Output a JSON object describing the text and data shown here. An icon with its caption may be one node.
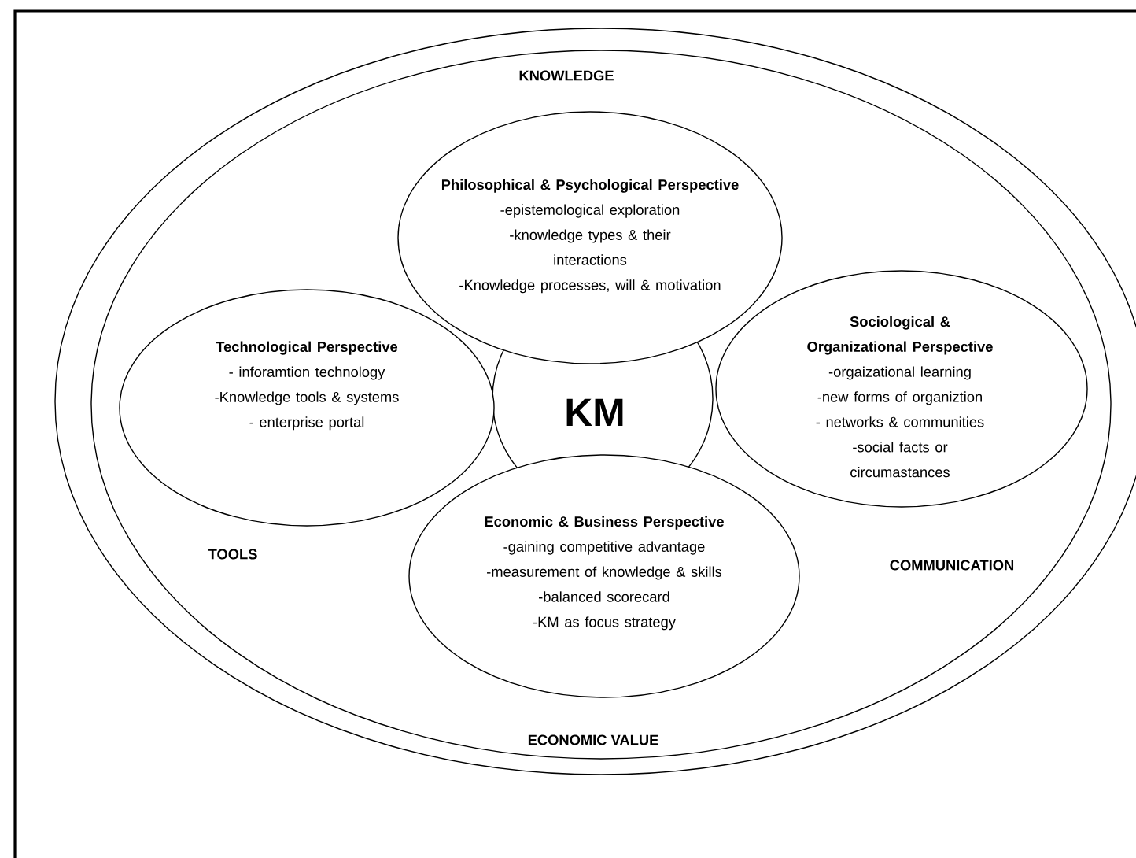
{
  "diagram": {
    "nodes": [
      {
        "text": [],
        "shape": "ellipse"
      },
      {
        "text": [
          "KNOWLEDGE",
          "TOOLS",
          "COMMUNICATION",
          "ECONOMIC VALUE"
        ],
        "in": 0
      },
      {
        "text": [
          "KM"
        ],
        "in": 1
      },
      {
        "text": [
          "Philosophical & Psychological Perspective",
          "-epistemological exploration",
          "-knowledge types & their interactions",
          "-Knowledge processes, will & motivation"
        ],
        "in": 1
      },
      {
        "text": [
          "Technological Perspective",
          "- inforamtion technology",
          "-Knowledge tools & systems",
          "- enterprise portal"
        ],
        "in": 1
      },
      {
        "text": [
          "Sociological & Organizational Perspective",
          "-orgaizational learning",
          "-new forms of organiztion",
          "- networks & communities",
          "-social facts or circumastances"
        ],
        "in": 1
      },
      {
        "text": [
          "Economic & Business Perspective",
          "-gaining competitive advantage",
          "-measurement of knowledge & skills",
          "-balanced scorecard",
          "-KM as focus strategy"
        ],
        "in": 1
      }
    ]
  }
}
